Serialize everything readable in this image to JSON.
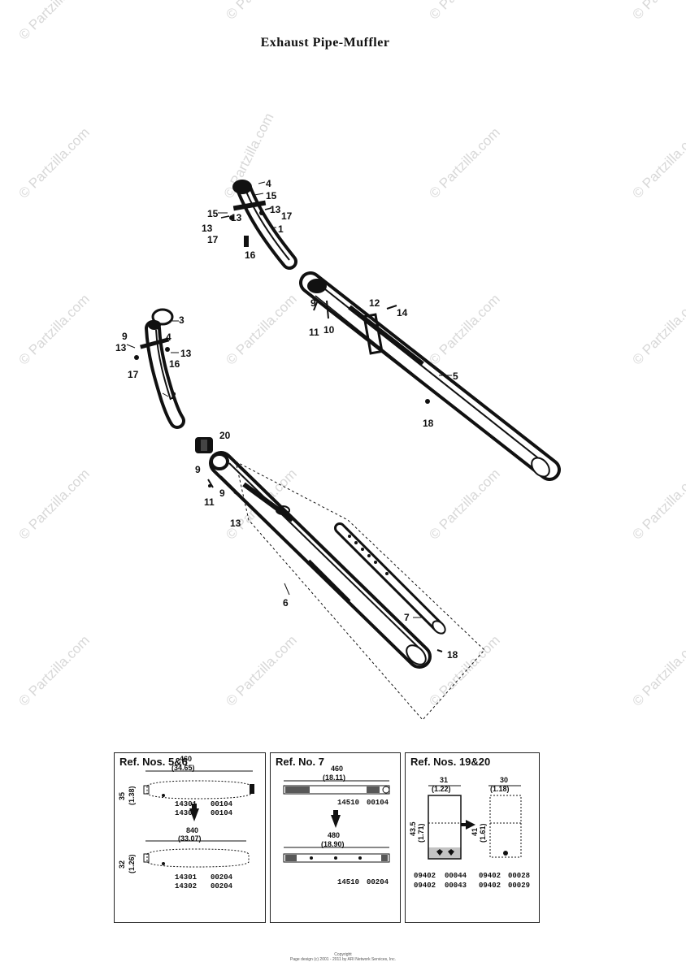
{
  "title": "Exhaust Pipe-Muffler",
  "watermark": "© Partzilla.com",
  "callouts": {
    "c1": "4",
    "c2": "15",
    "c3": "13",
    "c4": "17",
    "c5": "1",
    "c6": "15",
    "c7": "13",
    "c8": "13",
    "c9": "17",
    "c10": "16",
    "c11": "3",
    "c12": "9",
    "c13": "4",
    "c14": "13",
    "c15": "16",
    "c16": "13",
    "c17": "17",
    "c18": "2",
    "c19": "9",
    "c20": "11",
    "c21": "10",
    "c22": "12",
    "c23": "14",
    "c24": "5",
    "c25": "18",
    "c26": "20",
    "c27": "9",
    "c28": "11",
    "c29": "9",
    "c30": "13",
    "c31": "6",
    "c32": "7",
    "c33": "18"
  },
  "panels": {
    "p1": {
      "title": "Ref. Nos. 5&6",
      "top_len": "460",
      "top_len_in": "(34.65)",
      "top_h": "35",
      "top_h_in": "(1.38)",
      "top_code_a1": "14301",
      "top_code_a2": "00104",
      "top_code_b1": "14302",
      "top_code_b2": "00104",
      "bot_len": "840",
      "bot_len_in": "(33.07)",
      "bot_h": "32",
      "bot_h_in": "(1.26)",
      "bot_code_a1": "14301",
      "bot_code_a2": "00204",
      "bot_code_b1": "14302",
      "bot_code_b2": "00204"
    },
    "p2": {
      "title": "Ref. No. 7",
      "top_len": "460",
      "top_len_in": "(18.11)",
      "top_code_1": "14510",
      "top_code_2": "00104",
      "bot_len": "480",
      "bot_len_in": "(18.90)",
      "bot_code_1": "14510",
      "bot_code_2": "00204"
    },
    "p3": {
      "title": "Ref. Nos. 19&20",
      "l_w": "31",
      "l_w_in": "(1.22)",
      "l_h": "43.5",
      "l_h_in": "(1.71)",
      "r_w": "30",
      "r_w_in": "(1.18)",
      "r_h": "41",
      "r_h_in": "(1.61)",
      "code_r1_1": "09402",
      "code_r1_2": "00044",
      "code_r1_3": "09402",
      "code_r1_4": "00028",
      "code_r2_1": "09402",
      "code_r2_2": "00043",
      "code_r2_3": "09402",
      "code_r2_4": "00029"
    }
  },
  "footer": {
    "line1": "Copyright",
    "line2": "Page design (c) 2001 - 2011 by ARI Network Services, Inc."
  }
}
